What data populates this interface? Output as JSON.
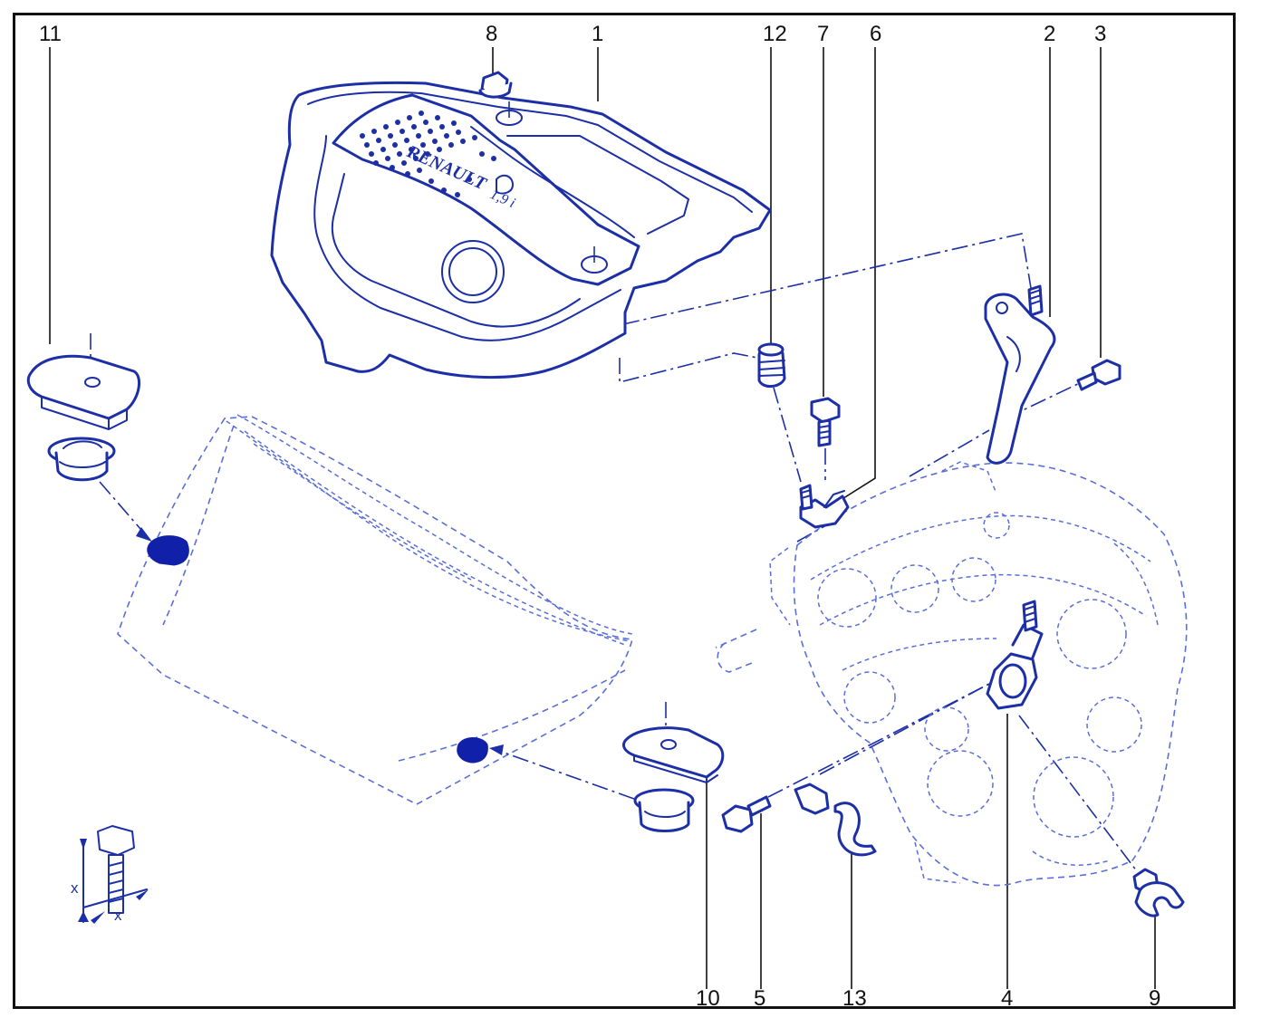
{
  "callouts": {
    "c1": "1",
    "c2": "2",
    "c3": "3",
    "c4": "4",
    "c5": "5",
    "c6": "6",
    "c7": "7",
    "c8": "8",
    "c9": "9",
    "c10": "10",
    "c11": "11",
    "c12": "12",
    "c13": "13"
  },
  "cover_logo": {
    "brand": "RENAULT",
    "badge": "1,9 i"
  },
  "torque_detail": {
    "x_top": "x",
    "x_bottom": "x"
  },
  "colors": {
    "line_art": "#1c2fa6",
    "ghost": "#5a6fd6",
    "plug_fill": "#1020a8",
    "text": "#111111",
    "frame": "#111111"
  }
}
